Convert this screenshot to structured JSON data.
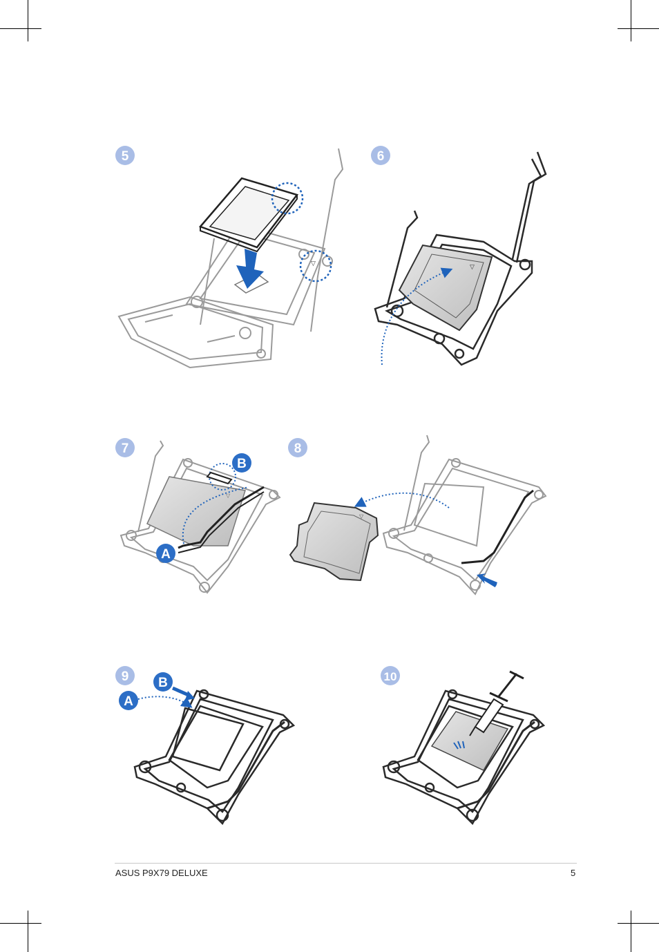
{
  "steps": [
    {
      "number": "5"
    },
    {
      "number": "6"
    },
    {
      "number": "7",
      "labels": [
        "A",
        "B"
      ]
    },
    {
      "number": "8"
    },
    {
      "number": "9",
      "labels": [
        "A",
        "B"
      ]
    },
    {
      "number": "10"
    }
  ],
  "footer": {
    "product": "ASUS P9X79 DELUXE",
    "page_number": "5"
  },
  "colors": {
    "badge": "#a9bde6",
    "label_badge": "#2c6ec6",
    "arrow": "#1f63bb",
    "outline": "#3a3a3a",
    "plate_fill": "#d9d9d9"
  },
  "icons": [
    "crop-mark-icon",
    "cpu-socket-icon",
    "cpu-chip-icon",
    "down-arrow-icon",
    "thermal-paste-syringe-icon",
    "load-plate-icon"
  ]
}
